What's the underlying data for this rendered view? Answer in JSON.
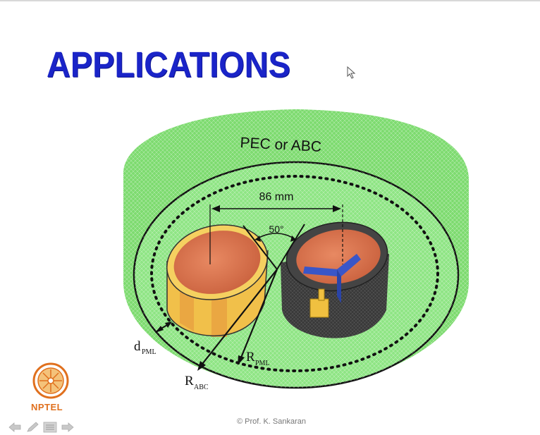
{
  "slide": {
    "title": "APPLICATIONS",
    "footer": "© Prof. K. Sankaran",
    "logo_text": "NPTEL"
  },
  "figure": {
    "boundary_label": "PEC or ABC",
    "spacing_label": "86 mm",
    "angle_label": "50°",
    "d_pml_main": "d",
    "d_pml_sub": "PML",
    "r_pml_main": "R",
    "r_pml_sub": "PML",
    "r_abc_main": "R",
    "r_abc_sub": "ABC"
  },
  "colors": {
    "title": "#1a24c8",
    "domain_green": "#86e07a",
    "cylinder_core": "#e07a55",
    "left_shell": "#f0c14a",
    "right_shell": "#333333",
    "logo": "#e0701e"
  },
  "nav_icons": [
    "prev-arrow-icon",
    "pen-icon",
    "menu-icon",
    "next-arrow-icon"
  ]
}
